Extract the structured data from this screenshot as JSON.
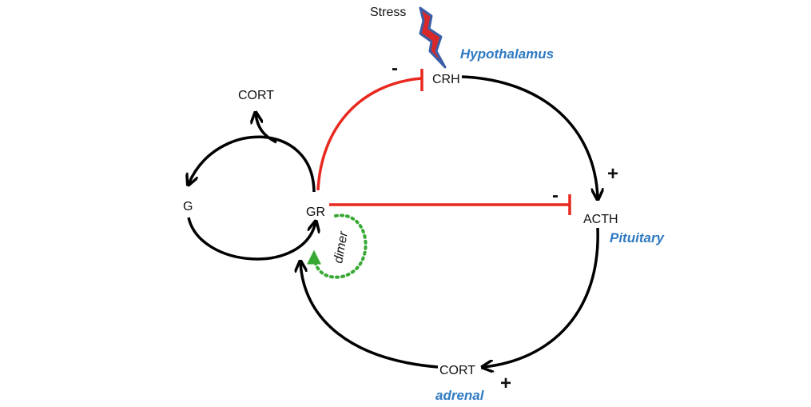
{
  "nodes": {
    "stress": "Stress",
    "crh": "CRH",
    "acth": "ACTH",
    "cort_bottom": "CORT",
    "gr": "GR",
    "g": "G",
    "cort_top": "CORT"
  },
  "organs": {
    "hypothalamus": "Hypothalamus",
    "pituitary": "Pituitary",
    "adrenal": "adrenal"
  },
  "signs": {
    "crh_inhibit": "-",
    "acth_inhibit": "-",
    "acth_stimulate": "+",
    "cort_stimulate": "+"
  },
  "dimer_label": "dimer",
  "colors": {
    "activation": "#000000",
    "inhibition": "#e8281e",
    "dimer_loop": "#39a935",
    "organ_label": "#2f7ac2",
    "stress_bolt_fill": "#d8282a",
    "stress_bolt_stroke": "#3b5ea6"
  }
}
